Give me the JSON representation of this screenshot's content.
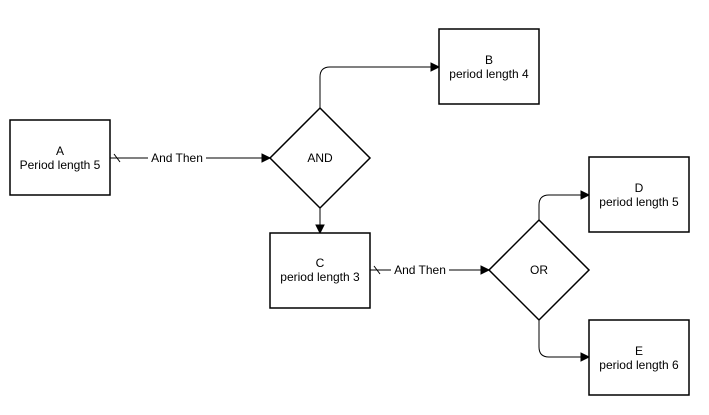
{
  "nodes": {
    "a": {
      "line1": "A",
      "line2": "Period length 5"
    },
    "b": {
      "line1": "B",
      "line2": "period length 4"
    },
    "c": {
      "line1": "C",
      "line2": "period length 3"
    },
    "d": {
      "line1": "D",
      "line2": "period length 5"
    },
    "e": {
      "line1": "E",
      "line2": "period length 6"
    }
  },
  "gates": {
    "and": {
      "label": "AND"
    },
    "or": {
      "label": "OR"
    }
  },
  "edges": {
    "a_to_and": {
      "label": "And Then"
    },
    "c_to_or": {
      "label": "And Then"
    }
  }
}
